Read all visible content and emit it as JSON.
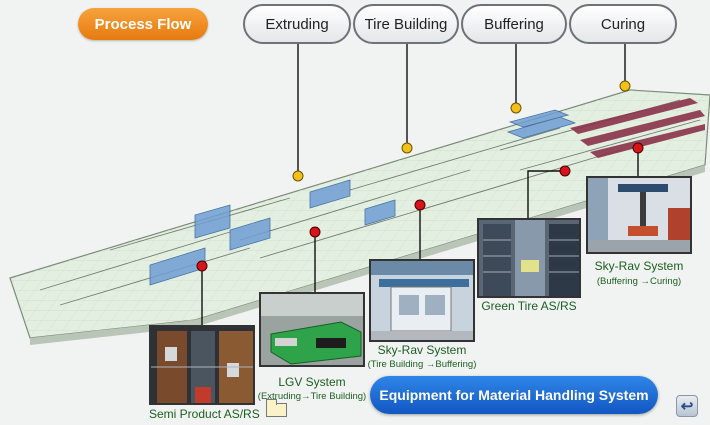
{
  "header": {
    "process_flow": "Process Flow",
    "stages": [
      "Extruding",
      "Tire Building",
      "Buffering",
      "Curing"
    ]
  },
  "equipment": [
    {
      "title": "Semi Product  AS/RS",
      "subtitle": ""
    },
    {
      "title": "LGV System",
      "subtitle": "(Extruding→Tire Building)"
    },
    {
      "title": "Sky-Rav System",
      "subtitle": "(Tire Building →Buffering)"
    },
    {
      "title": "Green Tire AS/RS",
      "subtitle": ""
    },
    {
      "title": "Sky-Rav System",
      "subtitle": "(Buffering →Curing)"
    }
  ],
  "footer": {
    "banner": "Equipment for Material Handling System"
  },
  "colors": {
    "orange_pill": "#e67b10",
    "blue_pill": "#1256c2",
    "stage_marker": "#f2c01b",
    "equipment_marker": "#d7141a",
    "caption_text": "#1b5e20",
    "floor": "#e3efe0"
  },
  "icons": [
    "folder-icon",
    "back-arrow-icon"
  ]
}
